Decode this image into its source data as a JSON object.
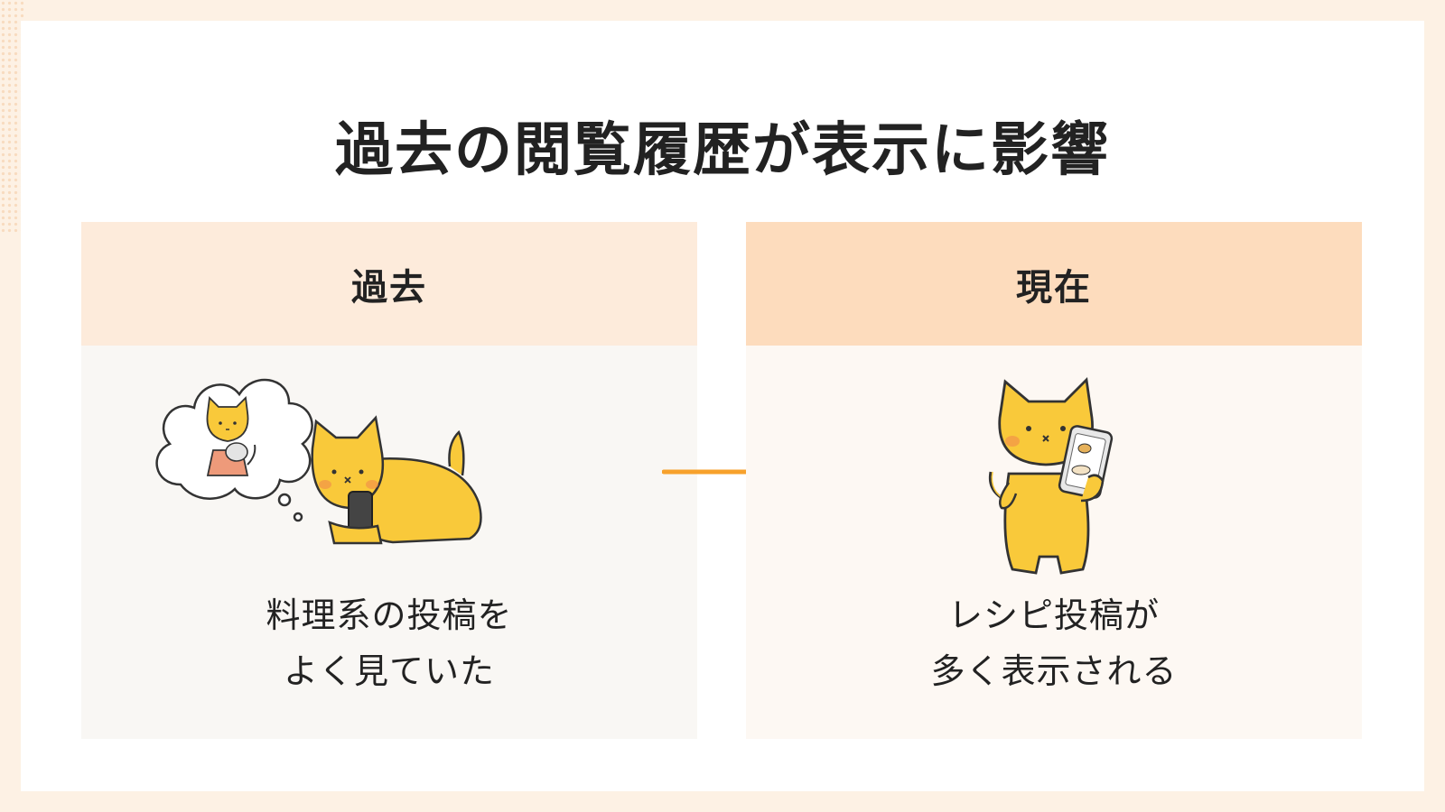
{
  "title": "過去の閲覧履歴が表示に影響",
  "panels": [
    {
      "heading": "過去",
      "caption_lines": [
        "料理系の投稿を",
        "よく見ていた"
      ],
      "illustration": "cat-lying-with-phone-dreaming-of-cooking-icon"
    },
    {
      "heading": "現在",
      "caption_lines": [
        "レシピ投稿が",
        "多く表示される"
      ],
      "illustration": "cat-standing-with-recipe-phone-icon"
    }
  ],
  "arrow_icon": "arrow-right-icon",
  "colors": {
    "accent": "#f7a12b",
    "cat": "#f9c93a",
    "left_header": "#fdebdb",
    "right_header": "#fddcbd",
    "left_body": "#f9f7f4",
    "right_body": "#fdf8f3",
    "background": "#fdf1e4"
  }
}
